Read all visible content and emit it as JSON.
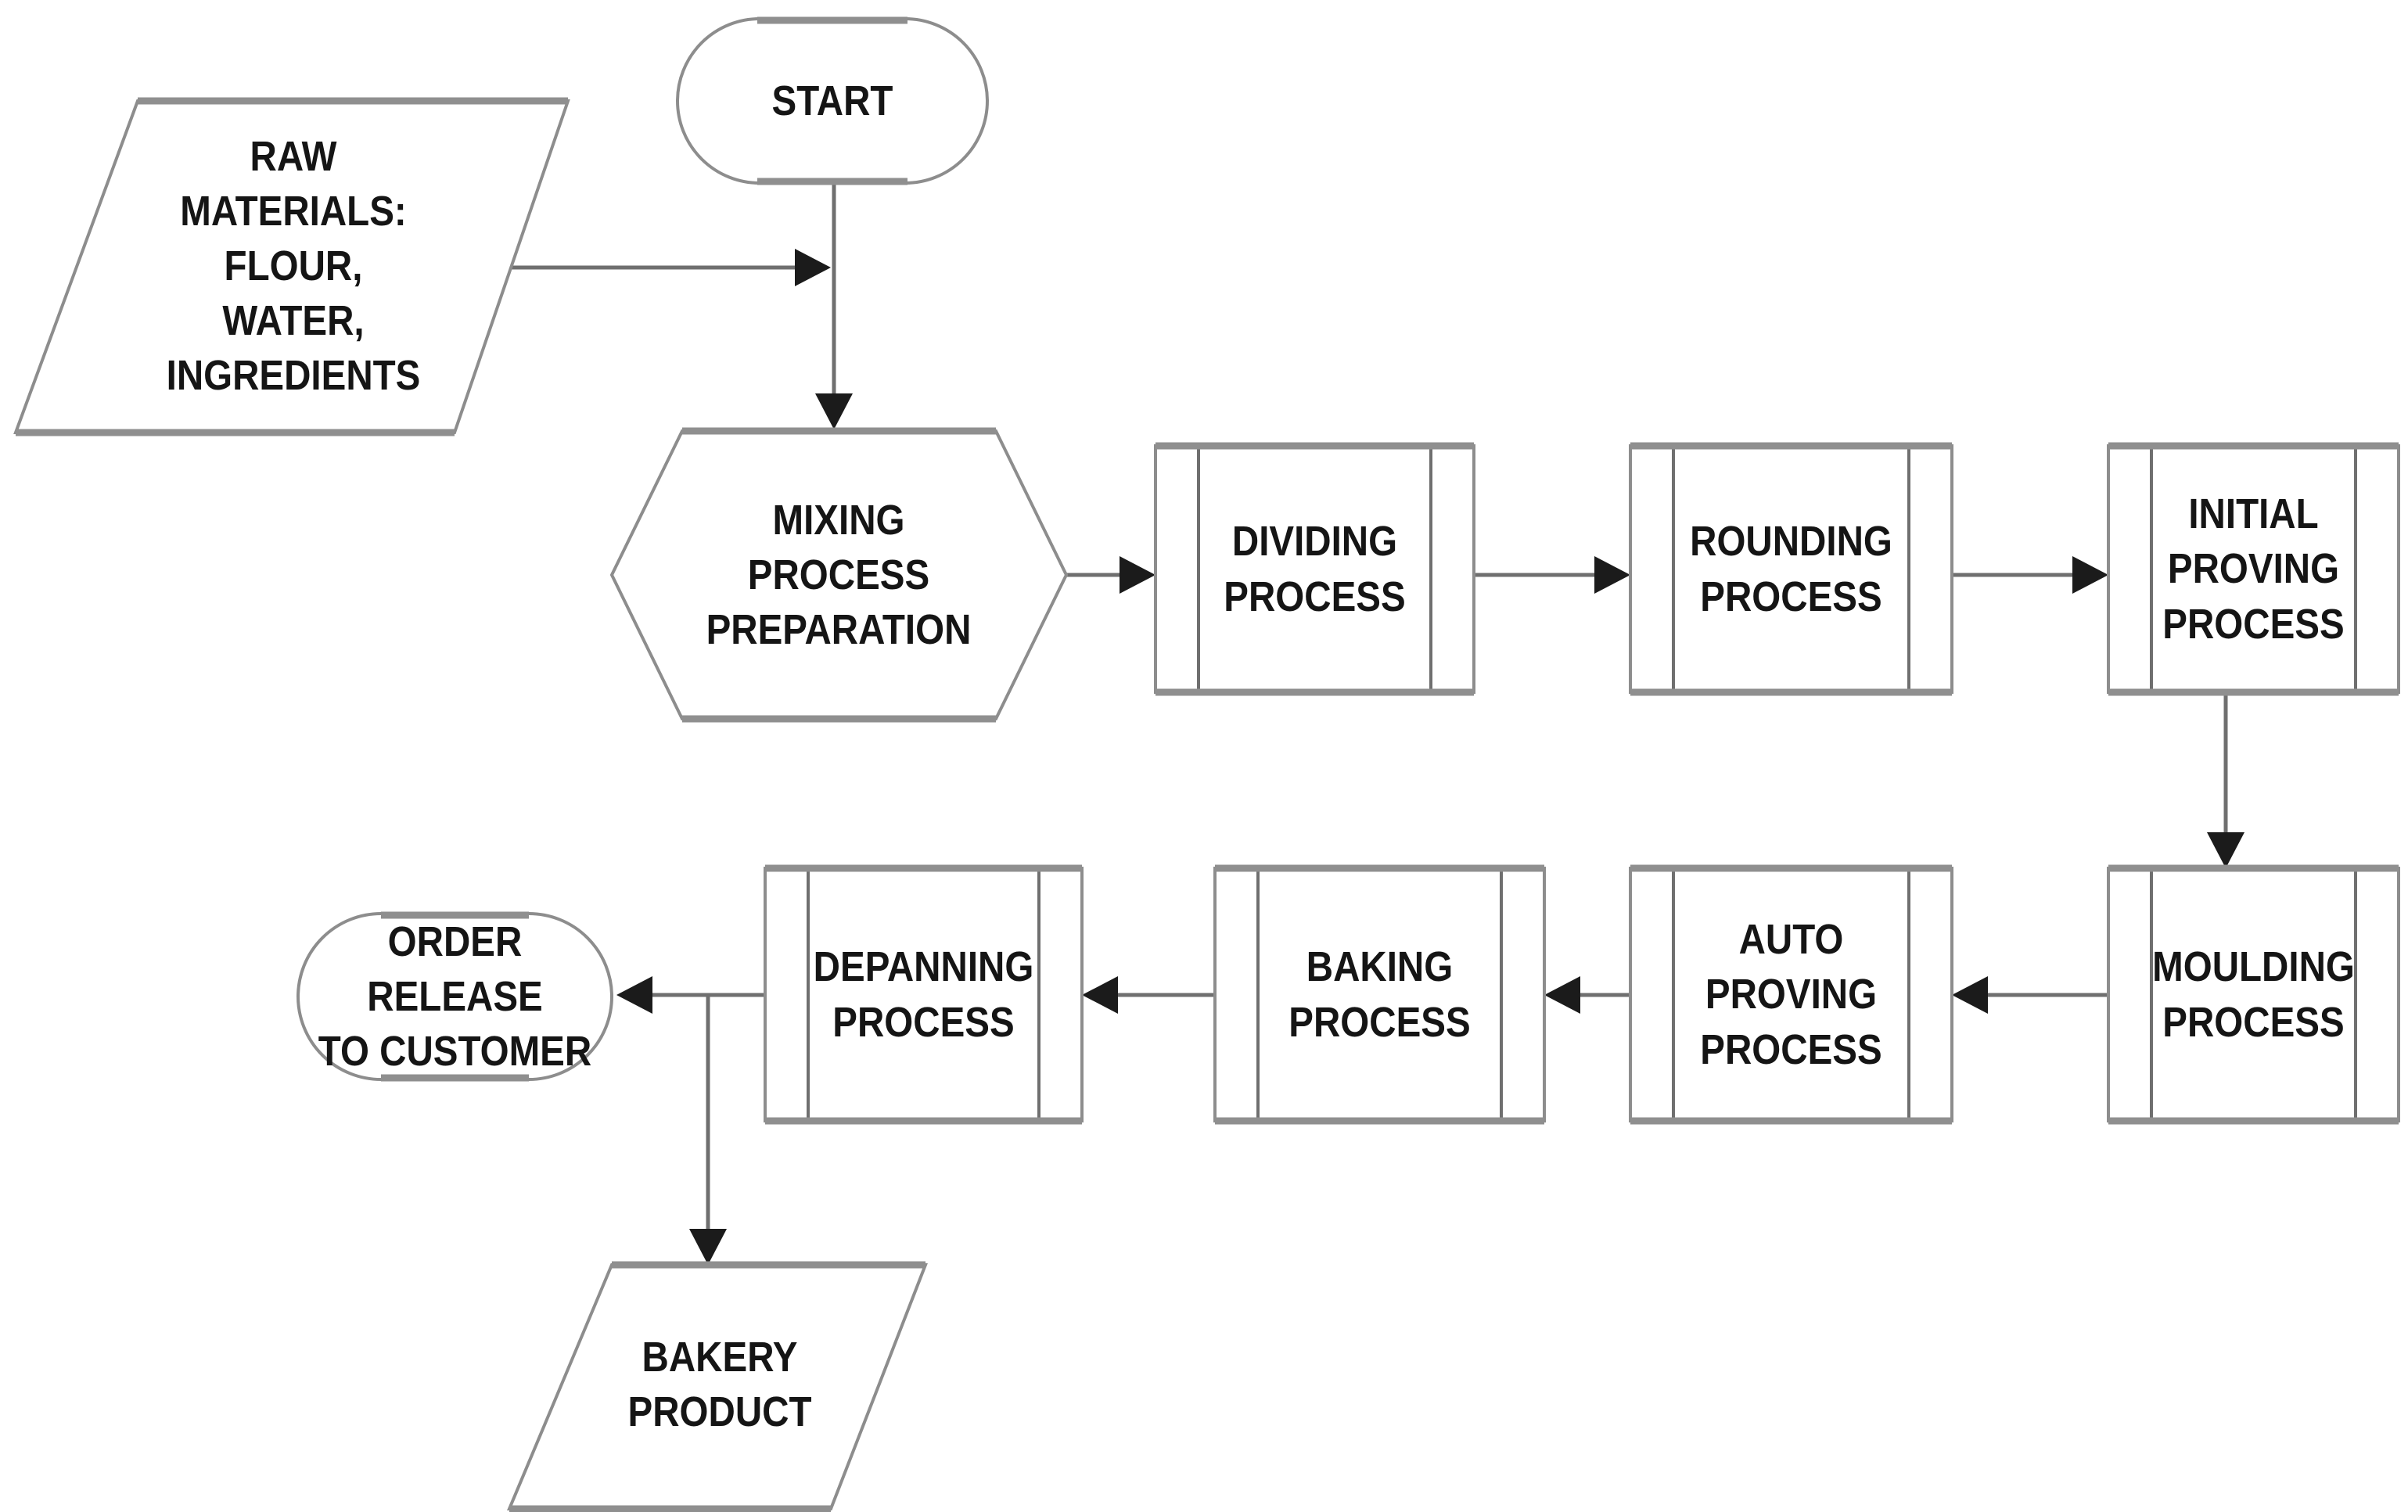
{
  "diagram": {
    "type": "flowchart",
    "description": "Bakery production process flowchart",
    "colors": {
      "background": "#ffffff",
      "shape_outline": "#8d8d8d",
      "heavy_edge": "#8f8f8f",
      "inner_line": "#6f6f6f",
      "connector": "#6f6f6f",
      "arrowhead": "#1b1b1b",
      "text": "#151515"
    },
    "nodes": {
      "start": {
        "label": "START",
        "shape": "terminator"
      },
      "raw_materials": {
        "label": "RAW\nMATERIALS:\nFLOUR,\nWATER,\nINGREDIENTS",
        "shape": "data-parallelogram"
      },
      "mixing": {
        "label": "MIXING\nPROCESS\nPREPARATION",
        "shape": "preparation-hexagon"
      },
      "dividing": {
        "label": "DIVIDING\nPROCESS",
        "shape": "predefined-process"
      },
      "rounding": {
        "label": "ROUNDING\nPROCESS",
        "shape": "predefined-process"
      },
      "initial_proving": {
        "label": "INITIAL\nPROVING\nPROCESS",
        "shape": "predefined-process"
      },
      "moulding": {
        "label": "MOULDING\nPROCESS",
        "shape": "predefined-process"
      },
      "auto_proving": {
        "label": "AUTO\nPROVING\nPROCESS",
        "shape": "predefined-process"
      },
      "baking": {
        "label": "BAKING\nPROCESS",
        "shape": "predefined-process"
      },
      "depanning": {
        "label": "DEPANNING\nPROCESS",
        "shape": "predefined-process"
      },
      "order_release": {
        "label": "ORDER RELEASE\nTO CUSTOMER",
        "shape": "terminator"
      },
      "bakery_product": {
        "label": "BAKERY\nPRODUCT",
        "shape": "data-parallelogram"
      }
    },
    "edges": [
      {
        "from": "start",
        "to": "mixing"
      },
      {
        "from": "raw_materials",
        "to": "mixing"
      },
      {
        "from": "mixing",
        "to": "dividing"
      },
      {
        "from": "dividing",
        "to": "rounding"
      },
      {
        "from": "rounding",
        "to": "initial_proving"
      },
      {
        "from": "initial_proving",
        "to": "moulding"
      },
      {
        "from": "moulding",
        "to": "auto_proving"
      },
      {
        "from": "auto_proving",
        "to": "baking"
      },
      {
        "from": "baking",
        "to": "depanning"
      },
      {
        "from": "depanning",
        "to": "order_release"
      },
      {
        "from": "depanning",
        "to": "bakery_product"
      }
    ]
  }
}
